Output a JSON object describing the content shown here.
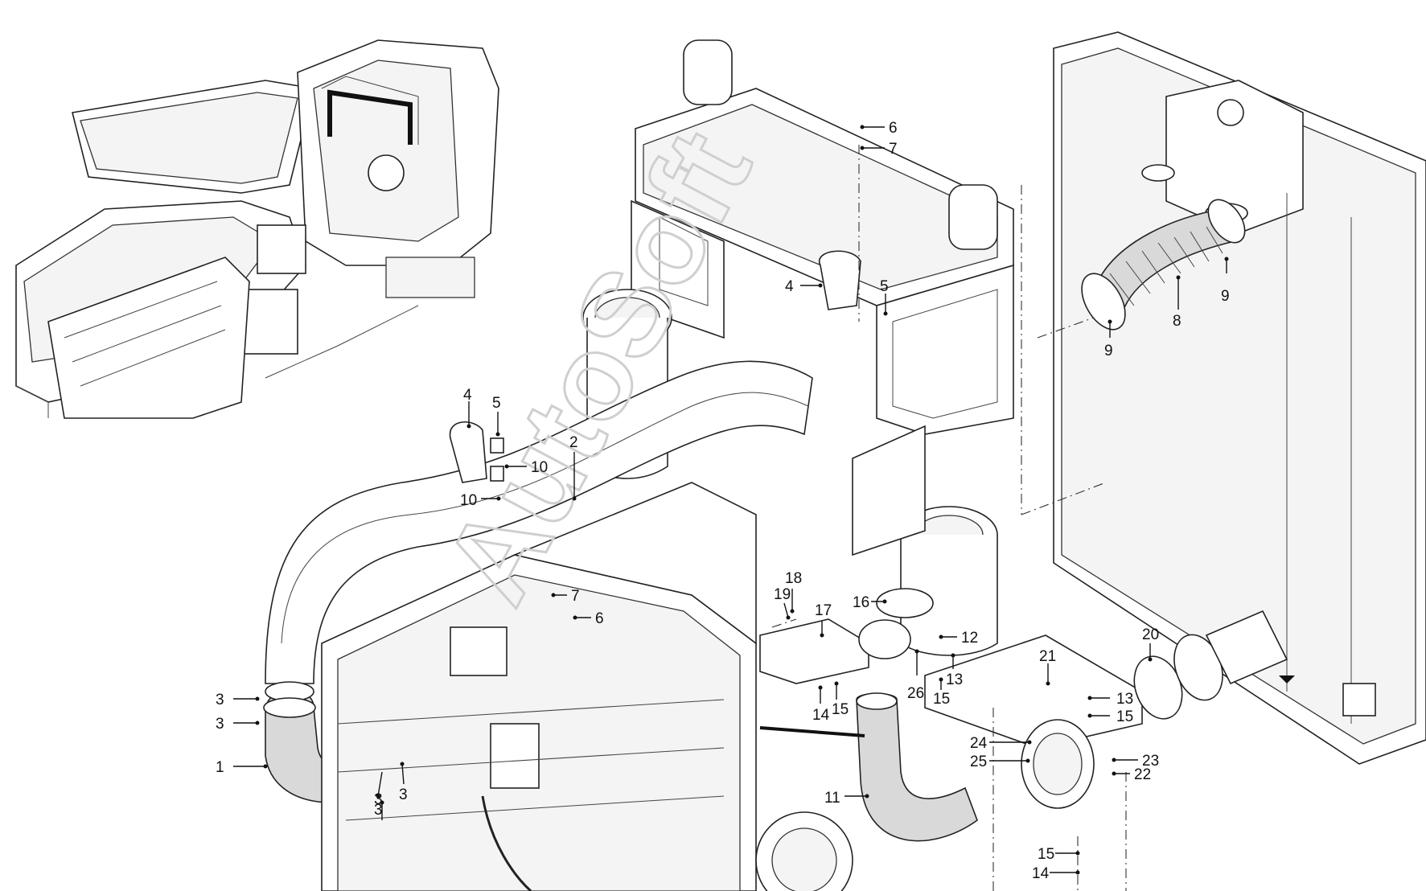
{
  "watermark": "AutoSoft",
  "callouts": [
    {
      "id": "c1",
      "label": "1"
    },
    {
      "id": "c2",
      "label": "2"
    },
    {
      "id": "c3a",
      "label": "3"
    },
    {
      "id": "c3b",
      "label": "3"
    },
    {
      "id": "c3c",
      "label": "3"
    },
    {
      "id": "c3d",
      "label": "3"
    },
    {
      "id": "c3e",
      "label": "3"
    },
    {
      "id": "c4a",
      "label": "4"
    },
    {
      "id": "c4b",
      "label": "4"
    },
    {
      "id": "c5a",
      "label": "5"
    },
    {
      "id": "c5b",
      "label": "5"
    },
    {
      "id": "c6a",
      "label": "6"
    },
    {
      "id": "c6b",
      "label": "6"
    },
    {
      "id": "c7a",
      "label": "7"
    },
    {
      "id": "c7b",
      "label": "7"
    },
    {
      "id": "c8",
      "label": "8"
    },
    {
      "id": "c9a",
      "label": "9"
    },
    {
      "id": "c9b",
      "label": "9"
    },
    {
      "id": "c10a",
      "label": "10"
    },
    {
      "id": "c10b",
      "label": "10"
    },
    {
      "id": "c11",
      "label": "11"
    },
    {
      "id": "c12",
      "label": "12"
    },
    {
      "id": "c13a",
      "label": "13"
    },
    {
      "id": "c13b",
      "label": "13"
    },
    {
      "id": "c14a",
      "label": "14"
    },
    {
      "id": "c14b",
      "label": "14"
    },
    {
      "id": "c15a",
      "label": "15"
    },
    {
      "id": "c15b",
      "label": "15"
    },
    {
      "id": "c15c",
      "label": "15"
    },
    {
      "id": "c15d",
      "label": "15"
    },
    {
      "id": "c16",
      "label": "16"
    },
    {
      "id": "c17",
      "label": "17"
    },
    {
      "id": "c18",
      "label": "18"
    },
    {
      "id": "c19",
      "label": "19"
    },
    {
      "id": "c20",
      "label": "20"
    },
    {
      "id": "c21",
      "label": "21"
    },
    {
      "id": "c22",
      "label": "22"
    },
    {
      "id": "c23",
      "label": "23"
    },
    {
      "id": "c24",
      "label": "24"
    },
    {
      "id": "c25",
      "label": "25"
    },
    {
      "id": "c26",
      "label": "26"
    }
  ]
}
